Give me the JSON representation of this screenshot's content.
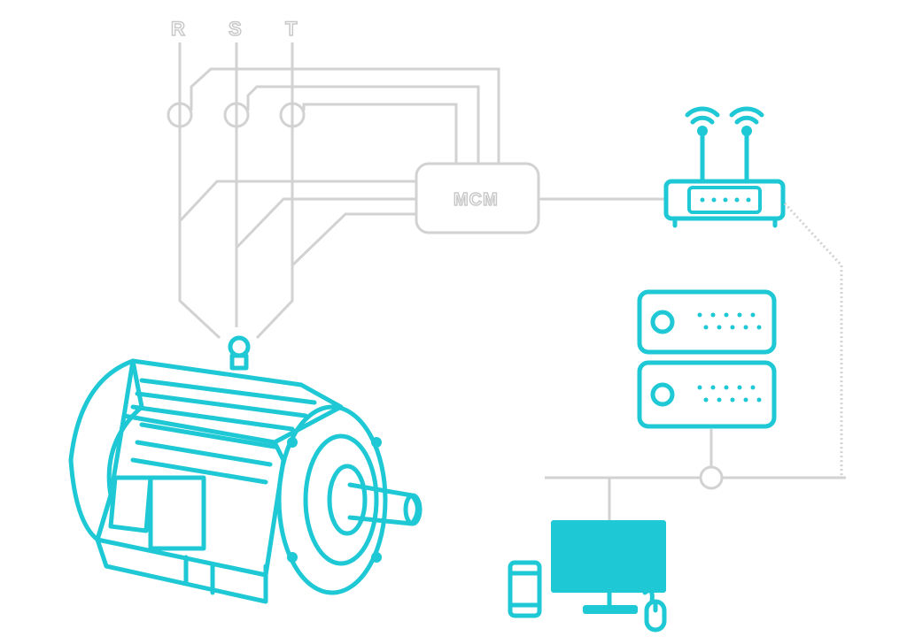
{
  "phases": [
    "R",
    "S",
    "T"
  ],
  "controller_label": "MCM",
  "colors": {
    "accent": "#1ec8d4",
    "wire": "#d2d2d2"
  },
  "icons": [
    "router-icon",
    "server-icon",
    "monitor-icon",
    "smartphone-icon",
    "mouse-icon",
    "motor-icon",
    "current-sensor-icon"
  ]
}
